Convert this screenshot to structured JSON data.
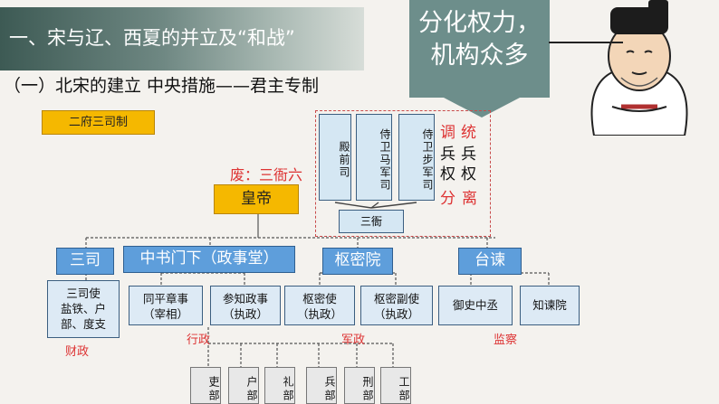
{
  "header": {
    "banner": "一、宋与辽、西夏的并立及“和战”",
    "subtitle": "（一）北宋的建立 中央措施——君主专制"
  },
  "callout": {
    "line1": "分化权力，",
    "line2": "机构众多"
  },
  "tag": "二府三司制",
  "note": "废：三衙六",
  "emperor": "皇帝",
  "military": {
    "commands": [
      "殿前司",
      "侍卫马军司",
      "侍卫步军司"
    ],
    "sanya": "三衙",
    "col1": [
      "调",
      "兵",
      "权"
    ],
    "col2": [
      "统",
      "兵",
      "权"
    ],
    "fen": "分",
    "li": "离"
  },
  "depts": {
    "sansi": "三司",
    "zhongshu": "中书门下（政事堂）",
    "shumi": "枢密院",
    "taijian": "台谏"
  },
  "subs": {
    "sansi_shi": [
      "三司使",
      "盐铁、户",
      "部、度支"
    ],
    "tongping": [
      "同平章事",
      "（宰相）"
    ],
    "canzhi": [
      "参知政事",
      "（执政）"
    ],
    "shumishi": [
      "枢密使",
      "（执政）"
    ],
    "shumifu": [
      "枢密副使",
      "（执政）"
    ],
    "yushi": "御史中丞",
    "zhijian": "知谏院"
  },
  "labels": {
    "caizheng": "财政",
    "xingzheng": "行政",
    "junzheng": "军政",
    "jiancha": "监察"
  },
  "ministries": [
    "吏部",
    "户部",
    "礼部",
    "兵部",
    "刑部",
    "工部"
  ]
}
